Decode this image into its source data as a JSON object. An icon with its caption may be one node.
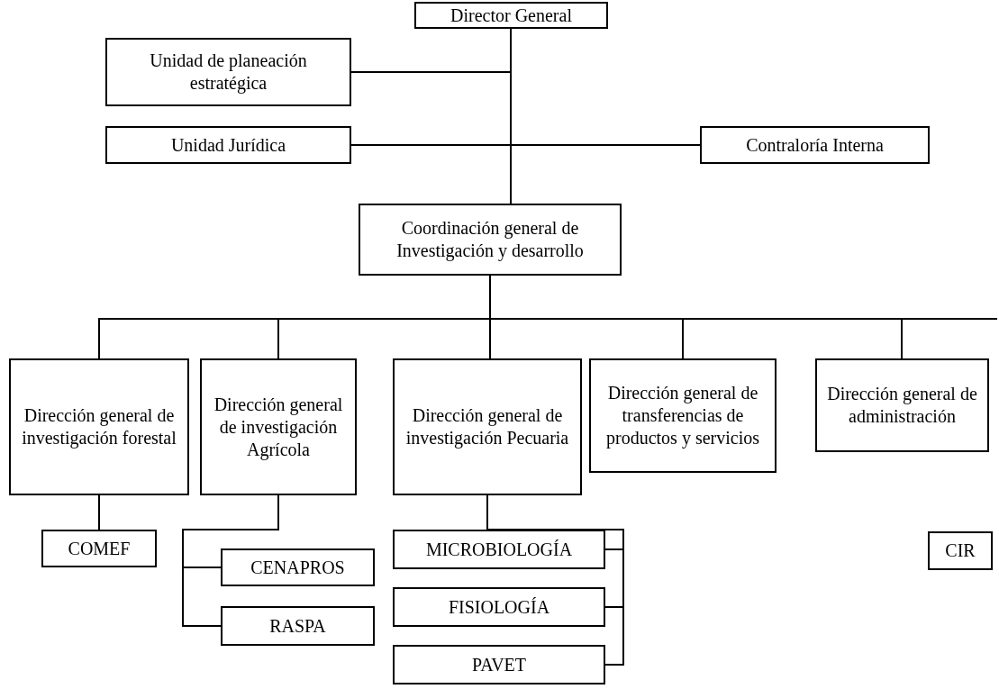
{
  "diagram": {
    "nodes": [
      {
        "text": [
          "Director General"
        ]
      },
      {
        "text": [
          "Unidad de planeación estratégica"
        ]
      },
      {
        "text": [
          "Unidad Jurídica"
        ]
      },
      {
        "text": [
          "Contraloría Interna"
        ]
      },
      {
        "text": [
          "Coordinación general de Investigación y desarrollo"
        ]
      },
      {
        "text": [
          "Dirección general de investigación forestal"
        ]
      },
      {
        "text": [
          "Dirección general de investigación Agrícola"
        ]
      },
      {
        "text": [
          "Dirección general de investigación Pecuaria"
        ]
      },
      {
        "text": [
          "Dirección general de transferencias de productos y servicios"
        ]
      },
      {
        "text": [
          "Dirección general de administración"
        ]
      },
      {
        "text": [
          "COMEF"
        ]
      },
      {
        "text": [
          "CENAPROS"
        ]
      },
      {
        "text": [
          "RASPA"
        ]
      },
      {
        "text": [
          "MICROBIOLOGÍA"
        ]
      },
      {
        "text": [
          "FISIOLOGÍA"
        ]
      },
      {
        "text": [
          "PAVET"
        ]
      },
      {
        "text": [
          "CIR"
        ]
      }
    ],
    "edges": [
      {
        "from": 0,
        "to": 1,
        "arrow": "none"
      },
      {
        "from": 0,
        "to": 2,
        "arrow": "none"
      },
      {
        "from": 0,
        "to": 3,
        "arrow": "none"
      },
      {
        "from": 0,
        "to": 4,
        "arrow": "none"
      },
      {
        "from": 4,
        "to": 5,
        "arrow": "none"
      },
      {
        "from": 4,
        "to": 6,
        "arrow": "none"
      },
      {
        "from": 4,
        "to": 7,
        "arrow": "none"
      },
      {
        "from": 4,
        "to": 8,
        "arrow": "none"
      },
      {
        "from": 4,
        "to": 9,
        "arrow": "none"
      },
      {
        "from": 5,
        "to": 10,
        "arrow": "none"
      },
      {
        "from": 6,
        "to": 11,
        "arrow": "none"
      },
      {
        "from": 6,
        "to": 12,
        "arrow": "none"
      },
      {
        "from": 7,
        "to": 13,
        "arrow": "none"
      },
      {
        "from": 7,
        "to": 14,
        "arrow": "none"
      },
      {
        "from": 7,
        "to": 15,
        "arrow": "none"
      }
    ]
  }
}
